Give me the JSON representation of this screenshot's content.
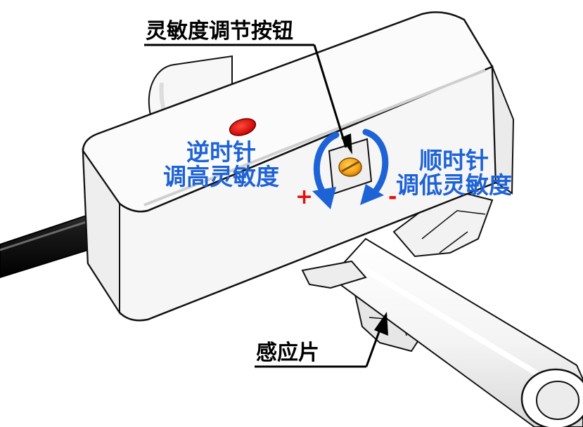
{
  "labels": {
    "sensitivity_knob": "灵敏度调节按钮",
    "ccw_line1": "逆时针",
    "ccw_line2": "调高灵敏度",
    "cw_line1": "顺时针",
    "cw_line2": "调低灵敏度",
    "plus": "+",
    "minus": "-",
    "sensing_plate": "感应片"
  },
  "colors": {
    "annotation_blue": "#1e63d6",
    "sign_red": "#e01010",
    "indicator_led": "#e81010",
    "knob": "#f5a21a",
    "outline": "#111111"
  },
  "icons": {
    "ccw_arrow": "counterclockwise-arrow-icon",
    "cw_arrow": "clockwise-arrow-icon"
  }
}
